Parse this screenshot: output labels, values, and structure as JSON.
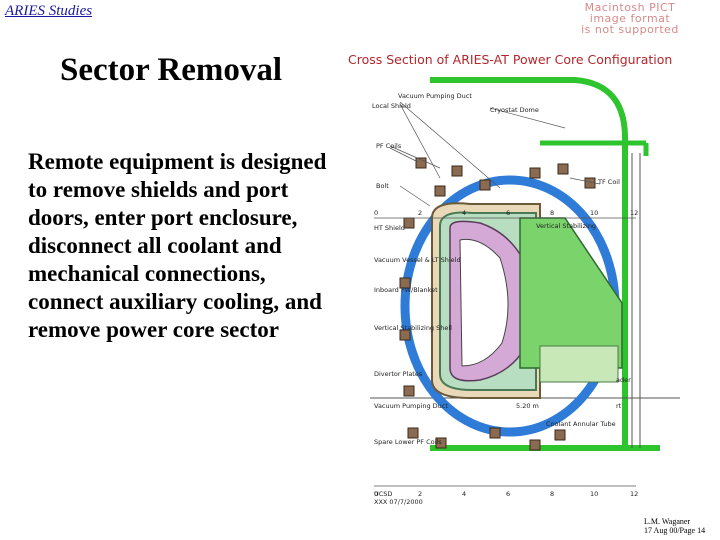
{
  "header": {
    "link_text": "ARIES Studies"
  },
  "pict_notice": [
    "Macintosh PICT",
    "image format",
    "is not supported"
  ],
  "slide": {
    "title": "Sector Removal",
    "body": "Remote equipment is designed to remove shields and port doors, enter port enclosure, disconnect all coolant and mechanical connections, connect auxiliary cooling, and remove power core sector"
  },
  "diagram": {
    "title": "Cross Section of ARIES-AT Power Core Configuration",
    "labels": {
      "vacuum_pumping_duct_top": "Vacuum Pumping Duct",
      "local_shield": "Local Shield",
      "cryostat_dome": "Cryostat Dome",
      "pf_coils": "PF Coils",
      "tf_coil": "TF Coil",
      "bolt": "Bolt",
      "ht_shield": "HT Shield",
      "vertical_stabilizing": "Vertical Stabilizing",
      "vacuum_vessel": "Vacuum Vessel & LT Shield",
      "inboard_fw_blanket": "Inboard FW/Blanket",
      "vertical_stabilizing_shell": "Vertical Stabilizing Shell",
      "divertor_plates": "Divertor Plates",
      "vacuum_pumping_duct_bottom": "Vacuum Pumping Duct",
      "spare_lower_pf_coils": "Spare Lower PF Coils",
      "coolant_annular_tube": "Coolant Annular Tube",
      "header": "ader",
      "port_partial": "rt",
      "dimension": "5.20 m",
      "ucsd": "UCSD",
      "date": "XXX  07/7/2000"
    },
    "top_ticks": [
      "0",
      "2",
      "4",
      "6",
      "8",
      "10",
      "12"
    ],
    "bottom_ticks": [
      "0",
      "2",
      "4",
      "6",
      "8",
      "10",
      "12"
    ],
    "colors": {
      "cryostat": "#2ec42e",
      "tf_coil": "#2e7bd8",
      "blanket": "#d5a9d5",
      "green_block": "#7ad36b",
      "shield": "#b7dec0",
      "coil_box": "#8a6a50",
      "labels": "#b3262b"
    }
  },
  "credit": {
    "author": "L.M. Waganer",
    "page": "17 Aug 00/Page 14"
  }
}
